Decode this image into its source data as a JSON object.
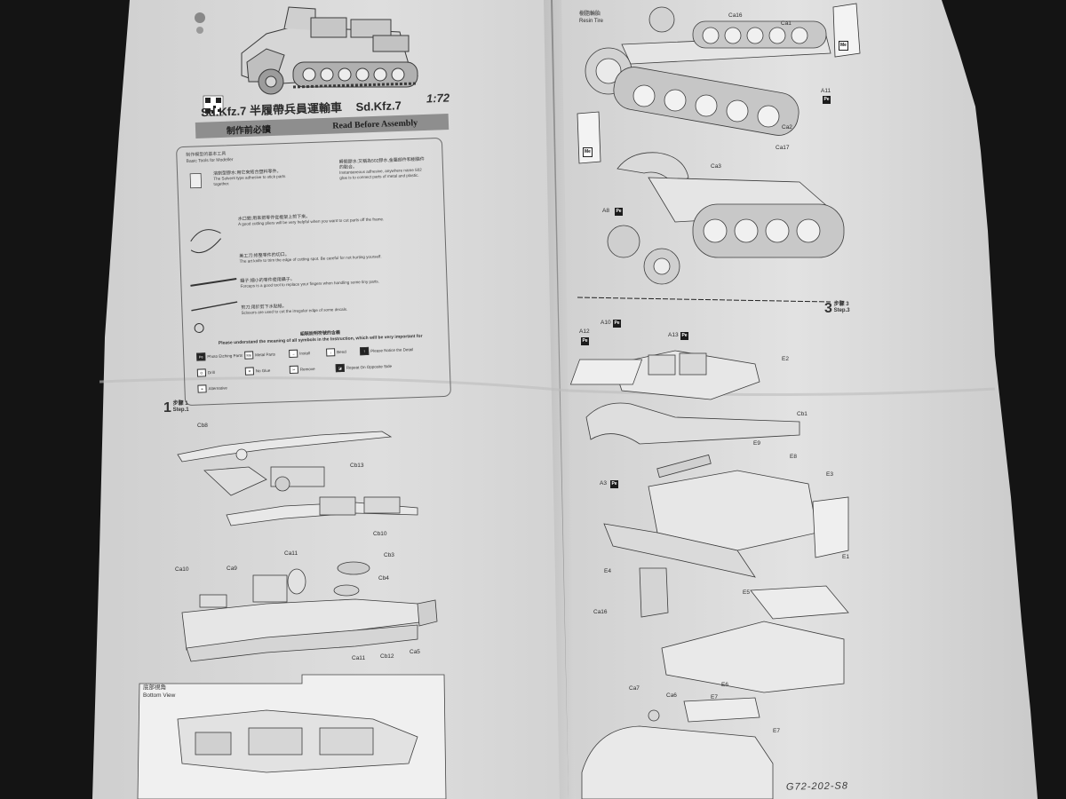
{
  "document": {
    "kit_title_cn": "Sd.Kfz.7 半履帶兵員運輸車",
    "kit_title_en": "Sd.Kfz.7",
    "scale": "1:72",
    "read_before_cn": "制作前必讀",
    "read_before_en": "Read Before Assembly",
    "tools_title_cn": "制作模型的基本工具",
    "tools_title_en": "Basic Tools for Modeller",
    "tools": [
      {
        "cn": "溶劑型膠水:用它來結合塑料零件。",
        "en": "The Solvent type adhesive to stick parts together."
      },
      {
        "cn": "瞬間膠水:又稱為502膠水,金屬部件和樹脂件的黏合。",
        "en": "Instantaneous adhesive, anywhere name 502 glue is to connect parts of metal and plastic."
      },
      {
        "cn": "水口鉗:用來把零件從框架上剪下來。",
        "en": "A good cutting pliers will be very helpful when you want to cut parts off the frame."
      },
      {
        "cn": "美工刀:修整零件的切口。",
        "en": "The art knife to trim the edge of cutting spot. Be careful for not hurting yourself."
      },
      {
        "cn": "鑷子:細小的零件使用鑷子。",
        "en": "Forceps is a good tool to replace your fingers when handling some tiny parts."
      },
      {
        "cn": "剪刀:用於剪下水貼紙。",
        "en": "Scissors are used to cut the irregular edge of some decals."
      }
    ],
    "symbols_heading_cn": "組裝說明符號的含義",
    "symbols_heading_en": "Please understand the meaning of all symbols in the Instruction, which will be very important for",
    "symbols": [
      {
        "code": "Pe",
        "label": "Photo Etching Parts"
      },
      {
        "code": "Me",
        "label": "Metal Parts"
      },
      {
        "code": "→",
        "label": "Install"
      },
      {
        "code": "↓",
        "label": "Bend"
      },
      {
        "code": "!",
        "label": "Please Notice the Detail"
      },
      {
        "code": "⊙",
        "label": "Drill"
      },
      {
        "code": "✕",
        "label": "No Glue"
      },
      {
        "code": "✂",
        "label": "Remove"
      },
      {
        "code": "◪",
        "label": "Repeat On Opposite Side"
      },
      {
        "code": "≡",
        "label": "Alternative"
      }
    ],
    "step1_cn": "步驟 1",
    "step1_en": "Step.1",
    "step1_num": "1",
    "step3_cn": "步驟 3",
    "step3_en": "Step.3",
    "step3_num": "3",
    "bottom_view_cn": "底部視角",
    "bottom_view_en": "Bottom View",
    "resin_tire_cn": "樹脂輪胎",
    "resin_tire_en": "Resin Tire",
    "part_labels": {
      "cb8": "Cb8",
      "cb13": "Cb13",
      "cb10": "Cb10",
      "ca10": "Ca10",
      "ca9": "Ca9",
      "ca11_top": "Ca11",
      "cb3": "Cb3",
      "cb4": "Cb4",
      "ca11_bottom": "Ca11",
      "cb12": "Cb12",
      "ca5": "Ca5",
      "ca16_top": "Ca16",
      "ca1": "Ca1",
      "a11": "A11",
      "ca2": "Ca2",
      "ca17": "Ca17",
      "ca3": "Ca3",
      "a8": "A8",
      "a10": "A10",
      "a12": "A12",
      "a13": "A13",
      "e2": "E2",
      "cb1": "Cb1",
      "e9": "E9",
      "e8": "E8",
      "e3": "E3",
      "a3": "A3",
      "e4": "E4",
      "e1": "E1",
      "ca16_mid": "Ca16",
      "e5": "E5",
      "ca7": "Ca7",
      "ca6": "Ca6",
      "e6": "E6",
      "e7_a": "E7",
      "e7_b": "E7"
    },
    "pe": "Pe",
    "me": "Me",
    "footer_code": "G72-202-S8"
  }
}
